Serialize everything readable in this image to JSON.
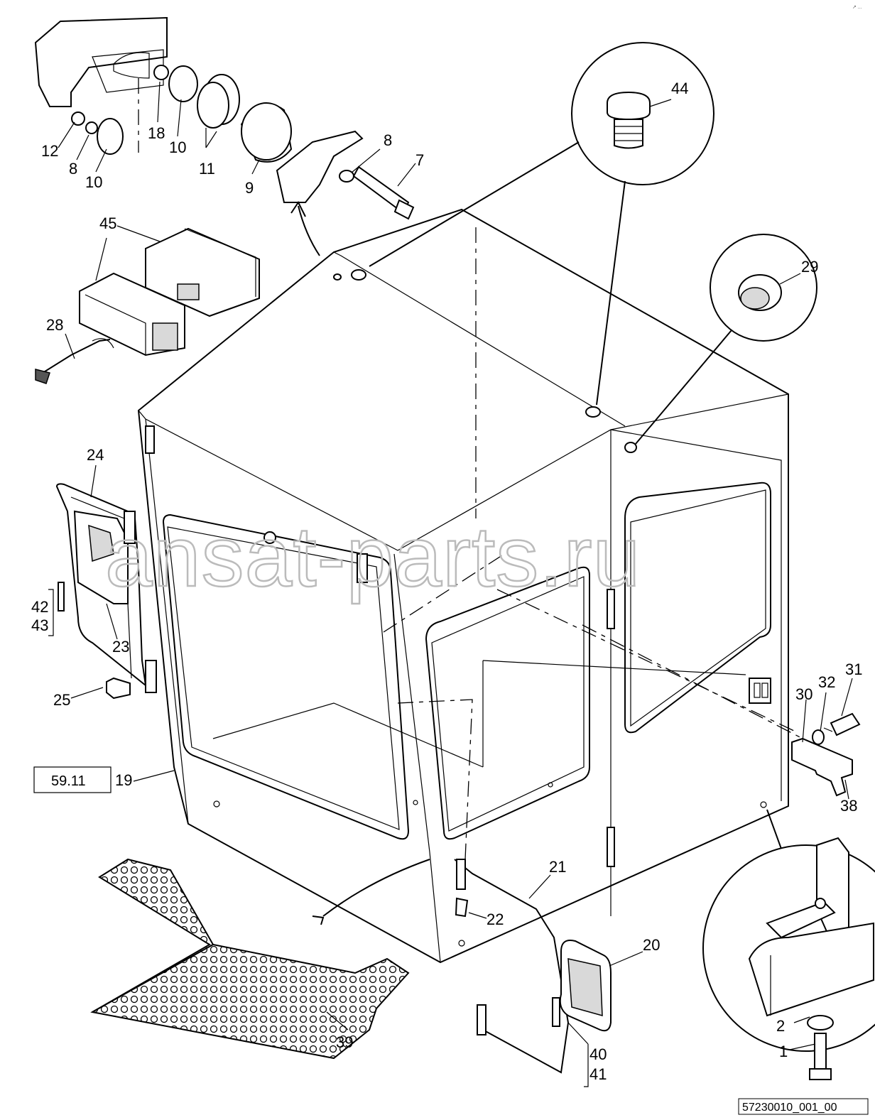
{
  "watermark": "ansat-parts.ru",
  "drawing_number": "57230010_001_00",
  "reference_box": "59.11",
  "corner_mark": "↗ ...",
  "callouts": {
    "c1": "1",
    "c2": "2",
    "c7": "7",
    "c8a": "8",
    "c8b": "8",
    "c9": "9",
    "c10a": "10",
    "c10b": "10",
    "c11": "11",
    "c12": "12",
    "c18": "18",
    "c19": "19",
    "c20": "20",
    "c21": "21",
    "c22": "22",
    "c23": "23",
    "c24": "24",
    "c25": "25",
    "c28": "28",
    "c29": "29",
    "c30": "30",
    "c31": "31",
    "c32": "32",
    "c38": "38",
    "c39": "39",
    "c40": "40",
    "c41": "41",
    "c42": "42",
    "c43": "43",
    "c44": "44",
    "c45": "45"
  }
}
